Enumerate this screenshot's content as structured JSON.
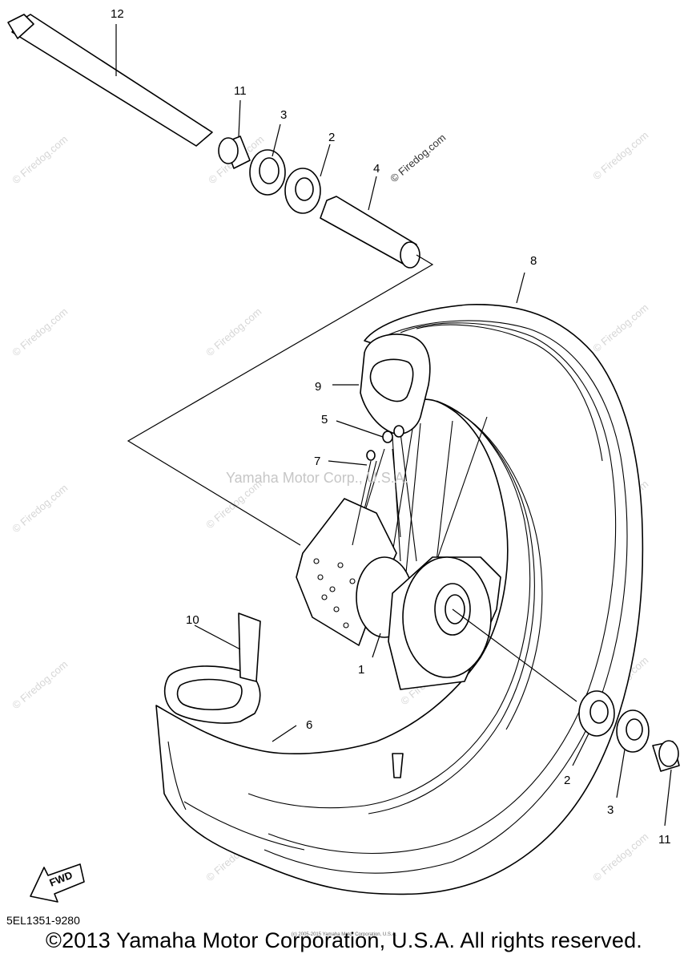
{
  "diagram": {
    "diagram_code": "5EL1351-9280",
    "copyright": "©2013 Yamaha Motor Corporation, U.S.A. All rights reserved.",
    "small_copyright": "(c) 2005-2015 Yamaha Motor Corporation, U.S.A.",
    "center_watermark": "Yamaha Motor Corp., U.S.A.",
    "watermark": "© Firedog.com",
    "fwd_label": "FWD",
    "callouts": {
      "c1": "1",
      "c2a": "2",
      "c2b": "2",
      "c3a": "3",
      "c3b": "3",
      "c4": "4",
      "c5": "5",
      "c6": "6",
      "c7": "7",
      "c8": "8",
      "c9": "9",
      "c10": "10",
      "c11a": "11",
      "c11b": "11",
      "c12": "12"
    }
  }
}
